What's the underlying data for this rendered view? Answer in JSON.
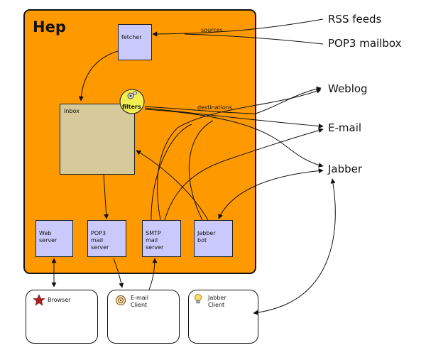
{
  "hep": {
    "title": "Hep",
    "fetcher": "fetcher",
    "inbox": "Inbox",
    "filters": "filters",
    "web_server": "Web\nserver",
    "pop3_server": "POP3\nmail\nserver",
    "smtp_server": "SMTP\nmail\nserver",
    "jabber_bot": "Jabber\nbot"
  },
  "labels": {
    "sources": "sources",
    "destinations": "destinations"
  },
  "external": {
    "rss_feeds": "RSS feeds",
    "pop3_mailbox": "POP3 mailbox",
    "weblog": "Weblog",
    "email": "E-mail",
    "jabber": "Jabber"
  },
  "clients": {
    "browser": "Browser",
    "email_client": "E-mail\nClient",
    "jabber_client": "Jabber\nClient"
  },
  "colors": {
    "hep_bg": "#ff9900",
    "component_box": "#c9c9fb",
    "inbox_bg": "#d6c99a"
  },
  "icons": {
    "browser": "star-icon",
    "email_client": "mail-stamp-icon",
    "jabber_client": "lightbulb-icon",
    "filters": "gear-icon"
  }
}
